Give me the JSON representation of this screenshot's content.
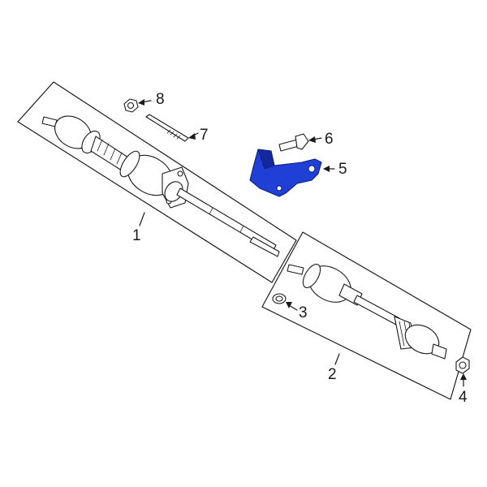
{
  "diagram": {
    "highlight_color": "#1f3fd6",
    "callouts": [
      {
        "id": "1",
        "label": "1"
      },
      {
        "id": "2",
        "label": "2"
      },
      {
        "id": "3",
        "label": "3"
      },
      {
        "id": "4",
        "label": "4"
      },
      {
        "id": "5",
        "label": "5"
      },
      {
        "id": "6",
        "label": "6"
      },
      {
        "id": "7",
        "label": "7"
      },
      {
        "id": "8",
        "label": "8"
      }
    ]
  }
}
